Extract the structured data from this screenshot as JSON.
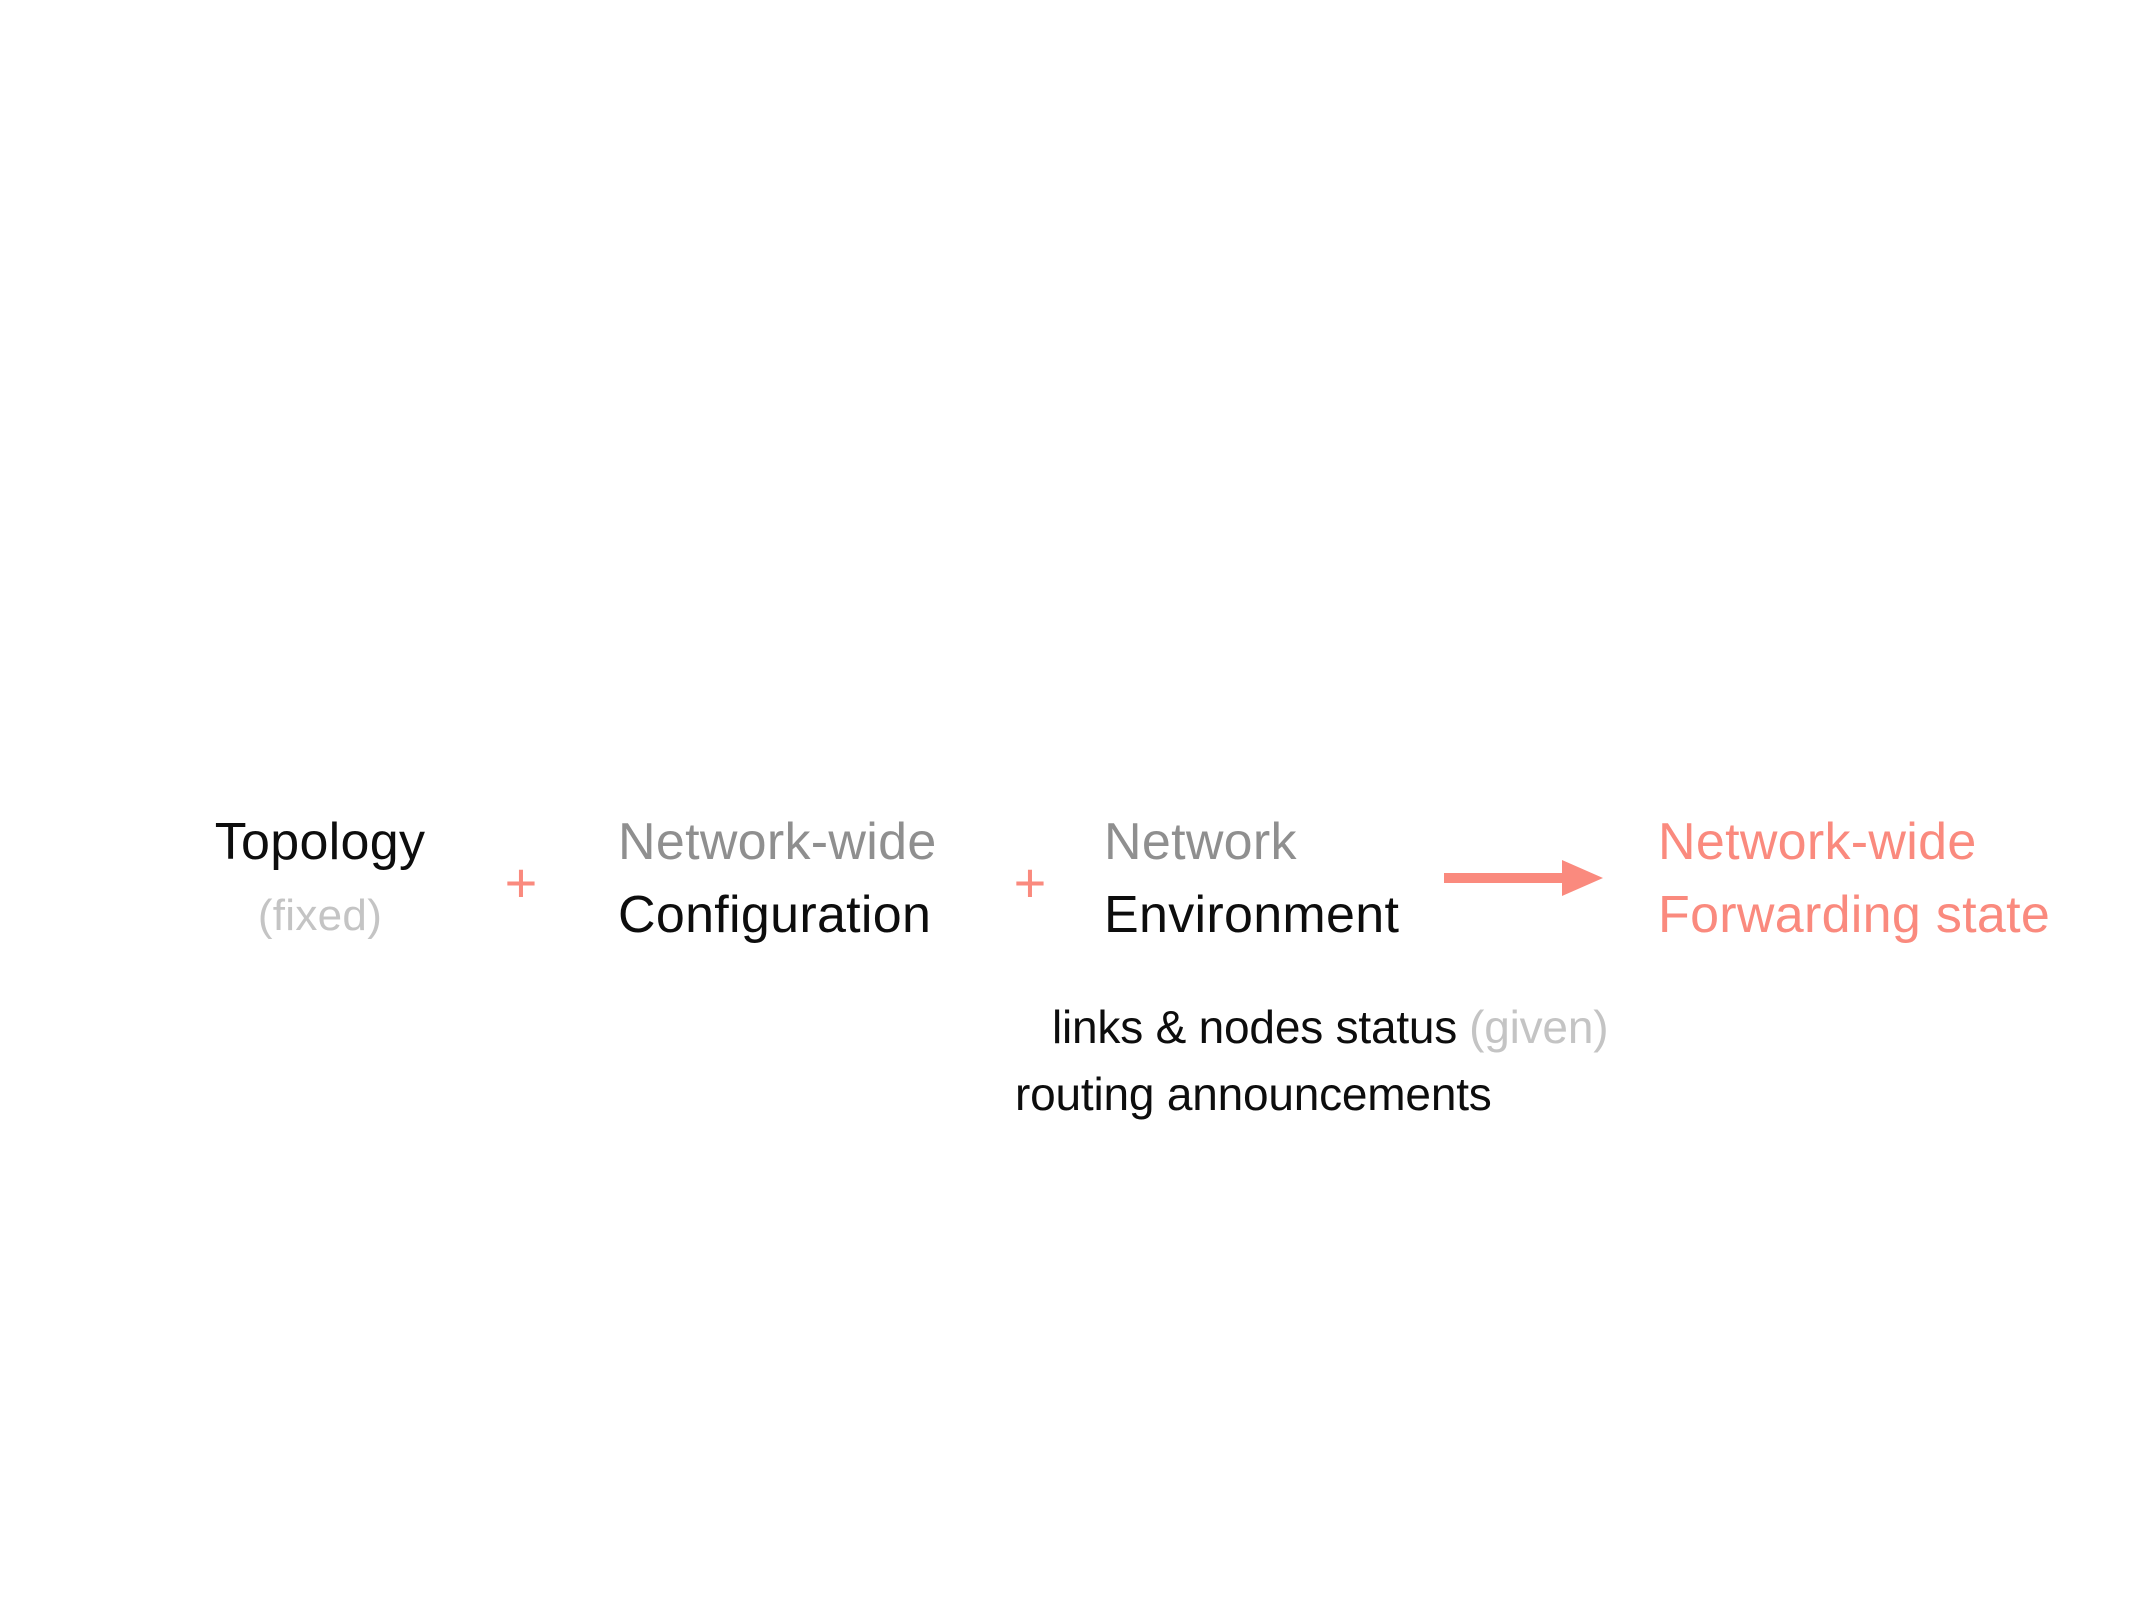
{
  "slide": {
    "background_color": "#ffffff",
    "accent_color": "#fa8a7e",
    "qualifier_color": "#8f8f8f",
    "note_color": "#c4c4c4",
    "text_color": "#0d0d0d",
    "operators": {
      "plus": "+"
    },
    "terms": {
      "topology": {
        "title": "Topology",
        "note": "(fixed)"
      },
      "configuration": {
        "qualifier": "Network-wide",
        "title": "Configuration"
      },
      "environment": {
        "qualifier": "Network",
        "title": "Environment"
      },
      "forwarding_state": {
        "qualifier": "Network-wide",
        "title": "Forwarding state"
      }
    },
    "arrow_icon": "arrow-right",
    "annotations": {
      "status_line": {
        "text": "links & nodes status",
        "note": "(given)"
      },
      "routing_line": {
        "text": "routing announcements"
      }
    }
  }
}
